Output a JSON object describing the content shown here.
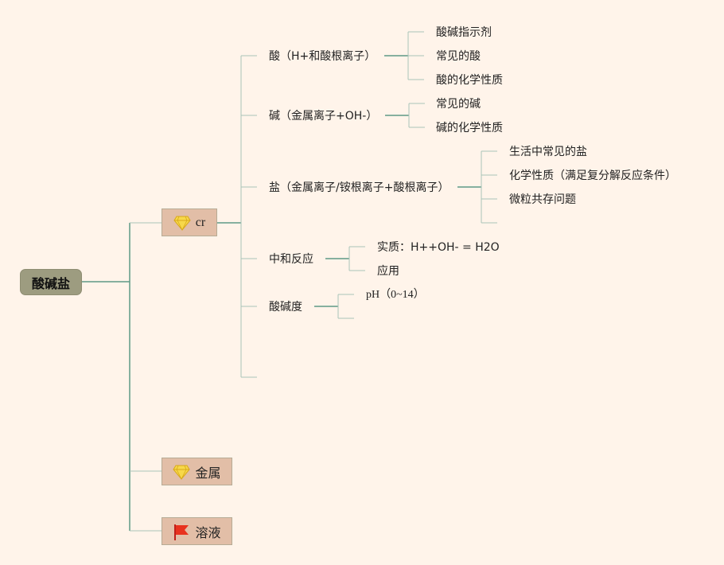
{
  "colors": {
    "background": "#fff4ea",
    "line_main": "#5e9a86",
    "line_light": "#a9c4b8",
    "root_fill": "#9d9c80",
    "topic_fill": "#e2bea7"
  },
  "root": {
    "label": "酸碱盐"
  },
  "branches": [
    {
      "label": "cr",
      "icon": "diamond-icon",
      "children": [
        {
          "label": "酸（H+和酸根离子）",
          "children": [
            "酸碱指示剂",
            "常见的酸",
            "酸的化学性质"
          ]
        },
        {
          "label": "碱（金属离子+OH-）",
          "children": [
            "常见的碱",
            "碱的化学性质"
          ]
        },
        {
          "label": "盐（金属离子/铵根离子+酸根离子）",
          "children": [
            "生活中常见的盐",
            "化学性质（满足复分解反应条件）",
            "微粒共存问题",
            ""
          ]
        },
        {
          "label": "中和反应",
          "children": [
            "实质：H++OH- = H2O",
            "应用"
          ]
        },
        {
          "label": "酸碱度",
          "children": [
            "pH（0~14）",
            ""
          ]
        },
        {
          "label": "",
          "children": []
        }
      ]
    },
    {
      "label": "金属",
      "icon": "diamond-icon",
      "children": []
    },
    {
      "label": "溶液",
      "icon": "red-flag-icon",
      "children": []
    }
  ]
}
